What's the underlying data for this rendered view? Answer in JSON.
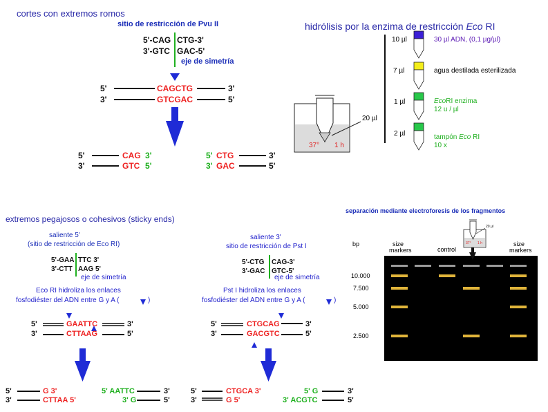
{
  "panel_blunt": {
    "title": "cortes con extremos romos",
    "site_label": "sitio de restricción de Pvu II",
    "seq_top_left": "5'-CAG",
    "seq_top_right": "CTG-3'",
    "seq_bot_left": "3'-GTC",
    "seq_bot_right": "GAC-5'",
    "axis_label": "eje de simetría",
    "end5": "5'",
    "end3": "3'",
    "site_top": "CAGCTG",
    "site_bot": "GTCGAC",
    "frag_left_top": "CAG",
    "frag_left_bot": "GTC",
    "frag_left_top_end": "3'",
    "frag_left_bot_end": "5'",
    "frag_right_top_start": "5'",
    "frag_right_bot_start": "3'",
    "frag_right_top": "CTG",
    "frag_right_bot": "GAC"
  },
  "panel_hydrolysis": {
    "title": "hidrólisis por la enzima de restricción",
    "title_enzyme": "Eco",
    "title_enzyme_suffix": "RI",
    "total_volume": "20 µl",
    "temperature": "37°",
    "time": "1 h",
    "steps": [
      {
        "volume": "10 µl",
        "text": "30 µl  ADN, (0,1 µg/µl)",
        "color": "#3b1fd6"
      },
      {
        "volume": "7 µl",
        "text": "agua destilada esterilizada",
        "color": "#f4ee1a"
      },
      {
        "volume": "1 µl",
        "text_a": "Eco",
        "text_b": "RI enzima",
        "text2": "12 u / µl",
        "color": "#28c84a"
      },
      {
        "volume": "2 µl",
        "text_a": "tampón ",
        "text_b": "Eco",
        "text_c": " RI",
        "text2": "10 x",
        "color": "#28c84a"
      }
    ]
  },
  "panel_sticky": {
    "title": "extremos pegajosos o cohesivos (sticky ends)",
    "ecori": {
      "overhang": "saliente 5'",
      "site": "(sitio de restricción de Eco RI)",
      "seq_top": "5'-GAA",
      "seq_top_r": "TTC 3'",
      "seq_bot": "3'-CTT",
      "seq_bot_r": "AAG 5'",
      "axis": "eje de simetría",
      "desc1": "Eco RI hidroliza los enlaces",
      "desc2": "fosfodiéster del ADN entre G y A   (",
      "desc2_end": ")",
      "site_top": "GAATTC",
      "site_bot": "CTTAAG",
      "fl_top": "G 3'",
      "fl_bot": "CTTAA 5'",
      "fr_top": "5' AATTC",
      "fr_bot": "3' G"
    },
    "psti": {
      "overhang": "saliente 3'",
      "site": "sitio de restricción de Pst I",
      "seq_top": "5'-CTG",
      "seq_top_r": "CAG-3'",
      "seq_bot": "3'-GAC",
      "seq_bot_r": "GTC-5'",
      "axis": "eje de simetría",
      "desc1": "Pst I hidroliza los enlaces",
      "desc2": "fosfodiéster del ADN entre G y A   (",
      "desc2_end": ")",
      "site_top": "CTGCAG",
      "site_bot": "GACGTC",
      "fl_top": "CTGCA 3'",
      "fl_bot": "G 5'",
      "fr_top": "5' G",
      "fr_bot": "3' ACGTC"
    },
    "end5": "5'",
    "end3": "3'"
  },
  "panel_gel": {
    "title": "separación mediante electroforesis de los fragmentos",
    "bp_label": "bp",
    "col_size1": "size",
    "col_markers1": "markers",
    "col_control": "control",
    "col_size2": "size",
    "col_markers2": "markers",
    "ladder": [
      "10.000",
      "7.500",
      "5.000",
      "2.500"
    ],
    "tube_volume": "20 µl",
    "tube_temp": "37°",
    "tube_time": "1 h",
    "band_color": "#e0b43a",
    "well_color": "#9a9a9a",
    "gel_color": "#000000"
  }
}
